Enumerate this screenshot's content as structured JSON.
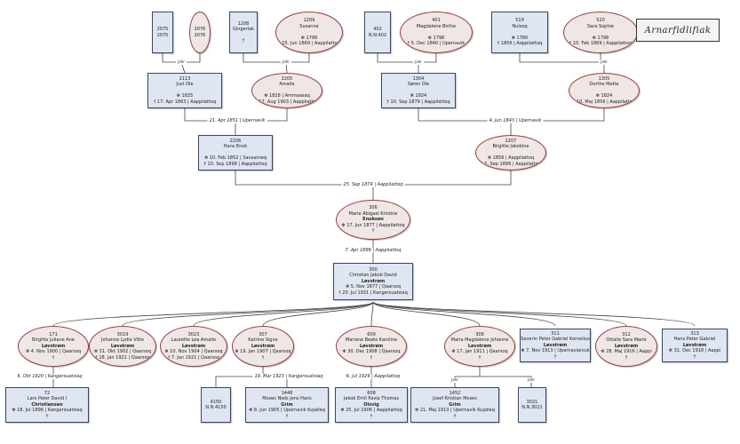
{
  "persons": {
    "p2075": {
      "id": "2075",
      "lines": [
        "2075"
      ]
    },
    "p2076": {
      "id": "2076",
      "lines": [
        "2076"
      ]
    },
    "p1208": {
      "id": "1208",
      "lines": [
        "Gingerlak",
        "",
        "†"
      ]
    },
    "p1209": {
      "id": "1209",
      "lines": [
        "Susanne",
        "",
        "✻ 1799",
        "† 15. Jun 1869 | Aappilattoq"
      ]
    },
    "p402": {
      "id": "402",
      "lines": [
        "N.N.402"
      ]
    },
    "p401": {
      "id": "401",
      "lines": [
        "Magdalene Birthe",
        "",
        "✻ 1798",
        "† 5. Dec 1840 | Upernavik"
      ]
    },
    "p519": {
      "id": "519",
      "lines": [
        "Nulsoq",
        "",
        "✻ 1780",
        "† 1856 | Aappilattoq"
      ]
    },
    "p520": {
      "id": "520",
      "lines": [
        "Sara Sophie",
        "",
        "✻ 1798",
        "† 10. Feb 1869 | Aappilattoq"
      ]
    },
    "p2113": {
      "id": "2113",
      "lines": [
        "Just Ole",
        "",
        "✻ 1825",
        "† 17. Apr 1863 | Aappilattoq"
      ]
    },
    "p2205": {
      "id": "2205",
      "lines": [
        "Amalie",
        "",
        "✻ 1828 | Ammaasaq",
        "† 17. Aug 1903 | Aappilattoq"
      ]
    },
    "p1304": {
      "id": "1304",
      "lines": [
        "Søren Ole",
        "",
        "✻ 1824",
        "† 10. Sep 1879 | Aappilattoq"
      ]
    },
    "p1305": {
      "id": "1305",
      "lines": [
        "Dorthe Mette",
        "",
        "✻ 1824",
        "† 10. Maj 1856 | Aappilattoq"
      ]
    },
    "p2206": {
      "id": "2206",
      "lines": [
        "Hans Enok",
        "",
        "✻ 10. Feb 1852 | Savaarneq",
        "† 10. Sep 1899 | Aappilattoq"
      ]
    },
    "p2207": {
      "id": "2207",
      "lines": [
        "Birgitte Jakobine",
        "",
        "✻ 1856 | Aappilattoq",
        "† 7. Sep 1899 | Aappilattoq"
      ]
    },
    "p306": {
      "id": "306",
      "lines": [
        "Marie Abigael Kristine"
      ],
      "bold": "Enoksen",
      "rest": [
        "✻ 17. Jun 1877 | Aappilattoq",
        "†"
      ]
    },
    "p300": {
      "id": "300",
      "lines": [
        "Christian Jakob David"
      ],
      "bold": "Løvstrøm",
      "rest": [
        "✻ 5. Nov 1877 | Qaarsoq",
        "† 20. Jul 1931 | Kangersuatsiaq"
      ]
    },
    "p171": {
      "id": "171",
      "lines": [
        "Birgitte Juliane Ane"
      ],
      "bold": "Løvstrøm",
      "rest": [
        "✻ 4. Nov 1900 | Qaarsoq",
        "†"
      ]
    },
    "p3019": {
      "id": "3019",
      "lines": [
        "Johanne Lydie Vitte"
      ],
      "bold": "Løvstrøm",
      "rest": [
        "✻ 31. Okt 1902 | Qaarsoq",
        "† 18. Jan 1921 | Qaarsoq"
      ]
    },
    "p3023": {
      "id": "3023",
      "lines": [
        "Laurette Lea Amalie"
      ],
      "bold": "Løvstrøm",
      "rest": [
        "✻ 10. Nov 1904 | Qaarsoq",
        "† 7. Jan 1921 | Qaarsoq"
      ]
    },
    "p307": {
      "id": "307",
      "lines": [
        "Katrine Signe"
      ],
      "bold": "Løvstrøm",
      "rest": [
        "✻ 19. Jan 1907 | Qaarsoq",
        "†"
      ]
    },
    "p609": {
      "id": "609",
      "lines": [
        "Mariane Beate Karoline"
      ],
      "bold": "Løvstrøm",
      "rest": [
        "✻ 30. Dec 1908 | Qaarsoq",
        "†"
      ]
    },
    "p308": {
      "id": "308",
      "lines": [
        "Maria Magdalene Johanne"
      ],
      "bold": "Løvstrøm",
      "rest": [
        "✻ 17. Jan 1911 | Qaarsoq",
        "†"
      ]
    },
    "p311": {
      "id": "311",
      "lines": [
        "Severin Peter Gabriel Kornelius"
      ],
      "bold": "Løvstrøm",
      "rest": [
        "✻ 7. Nov 1913 | Upernaviarsuk",
        "†"
      ]
    },
    "p312": {
      "id": "312",
      "lines": [
        "Ottalie Sara Marie"
      ],
      "bold": "Løvstrøm",
      "rest": [
        "✻ 28. Maj 1916 | Aappi",
        "†"
      ]
    },
    "p313": {
      "id": "313",
      "lines": [
        "Hans Peter Gabriel"
      ],
      "bold": "Løvstrøm",
      "rest": [
        "✻ 31. Dec 1918 | Aappi",
        "†"
      ]
    },
    "p72": {
      "id": "72",
      "lines": [
        "Lars Peter David I"
      ],
      "bold": "Christiansen",
      "rest": [
        "✻ 18. Jul 1896 | Kangersuatsiaq",
        "†"
      ]
    },
    "p4150": {
      "id": "4150",
      "lines": [
        "N.N.4150"
      ]
    },
    "p1448": {
      "id": "1448",
      "lines": [
        "Moses Niels Jens Hans"
      ],
      "bold": "Grim",
      "rest": [
        "✻ 8. Jun 1905 | Upernavik Kujalleq",
        "†"
      ]
    },
    "p608": {
      "id": "608",
      "lines": [
        "Jakob Emil Pavia Thomas"
      ],
      "bold": "Olsvig",
      "rest": [
        "✻ 25. Jul 1906 | Aappilattoq",
        "†"
      ]
    },
    "p1452": {
      "id": "1452",
      "lines": [
        "Josef Kristian Moses"
      ],
      "bold": "Grim",
      "rest": [
        "✻ 21. Maj 1913 | Upernavik Kujalleq",
        "†"
      ]
    },
    "p3021": {
      "id": "3021",
      "lines": [
        "N.N.3021"
      ]
    }
  },
  "marriages": {
    "m2113": "21. Apr 1851 | Upernavik",
    "m1304": "4. Jun 1843 | Upernavik",
    "m2206": "25. Sep 1874 | Aappilattoq",
    "m300": "7. Apr 1899 | Aappilattoq",
    "m171": "6. Okt 1920 | Kangersuatsiaq",
    "m307": "19. Mar 1923 | Kangersuatsiaq",
    "m609": "6. Jul 1929 | Aappilattoq"
  },
  "junction_label": "Jahr",
  "signature": "Arnarfidlifiak"
}
